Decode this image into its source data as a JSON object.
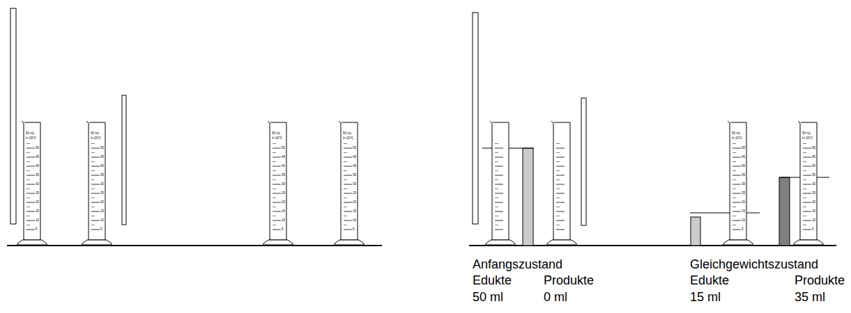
{
  "diagram": {
    "labels": [
      "Anfangszustand",
      "Edukte",
      "Produkte",
      "50 ml",
      "0 ml",
      "Gleichgewichtszustand",
      "Edukte",
      "Produkte",
      "15 ml",
      "35 ml",
      "50 mL",
      "In 20°C",
      "50",
      "45",
      "40",
      "35",
      "30",
      "25",
      "20",
      "15",
      "10",
      "5",
      "50 mL",
      "In 20°C",
      "50",
      "45",
      "40",
      "35",
      "30",
      "25",
      "20",
      "15",
      "10",
      "5",
      "50 mL",
      "In 20°C",
      "50",
      "45",
      "40",
      "35",
      "30",
      "25",
      "20",
      "15",
      "10",
      "5",
      "50 mL",
      "In 20°C",
      "50",
      "45",
      "40",
      "35",
      "30",
      "25",
      "20",
      "15",
      "10",
      "5",
      "50 mL",
      "In 20°C",
      "50",
      "45",
      "40",
      "35",
      "30",
      "25",
      "20",
      "15",
      "10",
      "5",
      "50 mL",
      "In 20°C",
      "50",
      "45",
      "40",
      "35",
      "30",
      "25",
      "20",
      "15",
      "10",
      "5"
    ]
  }
}
